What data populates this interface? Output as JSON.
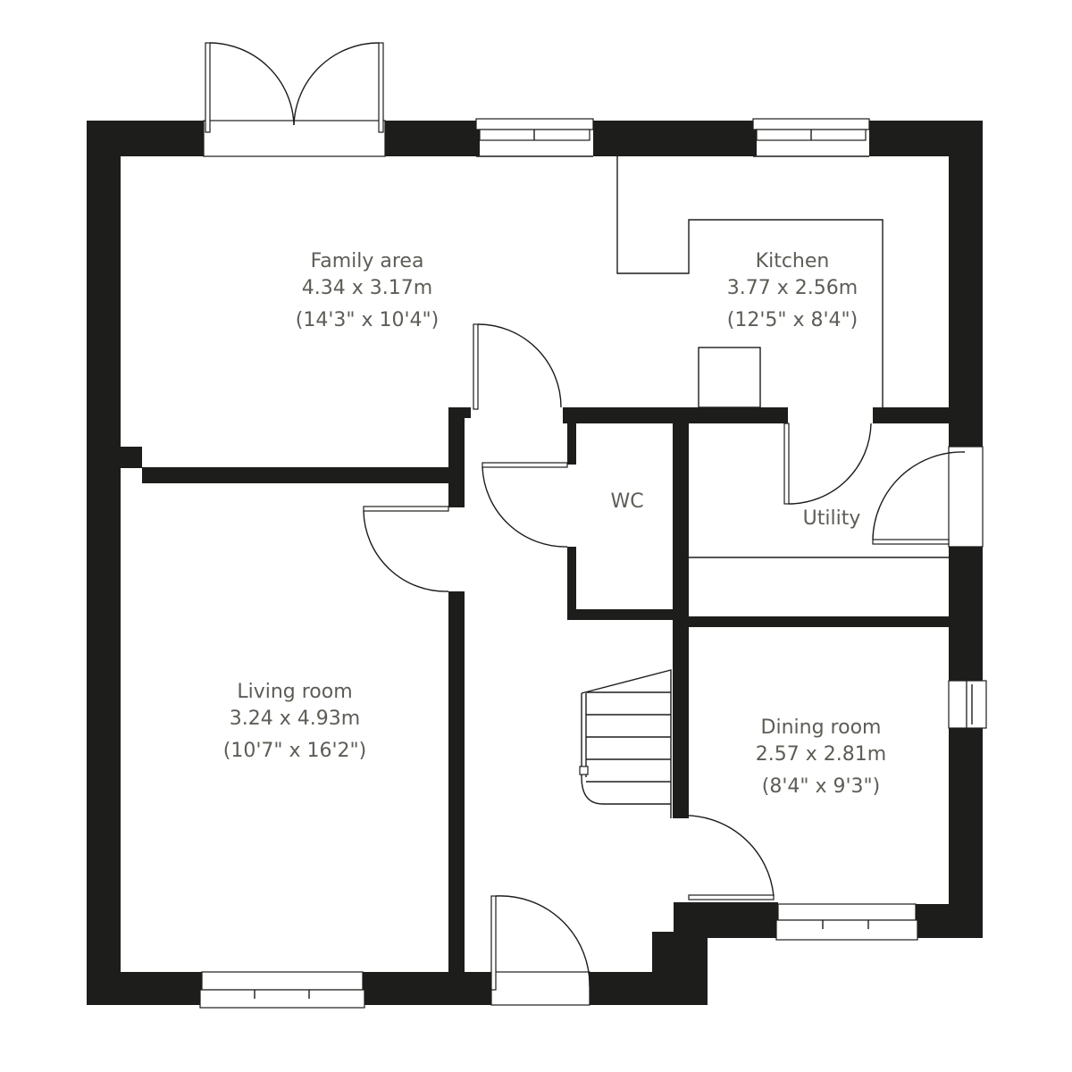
{
  "plan": {
    "type": "ground-floor-plan",
    "wall_color": "#1d1d1b",
    "label_color": "#5d5d57",
    "rooms": [
      {
        "name": "Family area",
        "metric": "4.34 x 3.17m",
        "imperial": "(14'3\" x 10'4\")"
      },
      {
        "name": "Kitchen",
        "metric": "3.77 x 2.56m",
        "imperial": "(12'5\" x 8'4\")"
      },
      {
        "name": "WC"
      },
      {
        "name": "Utility"
      },
      {
        "name": "Living room",
        "metric": "3.24 x 4.93m",
        "imperial": "(10'7\" x 16'2\")"
      },
      {
        "name": "Dining room",
        "metric": "2.57 x 2.81m",
        "imperial": "(8'4\" x 9'3\")"
      }
    ],
    "fixtures": [
      "french-doors",
      "front-door",
      "staircase",
      "windows",
      "kitchen-worktop"
    ]
  }
}
